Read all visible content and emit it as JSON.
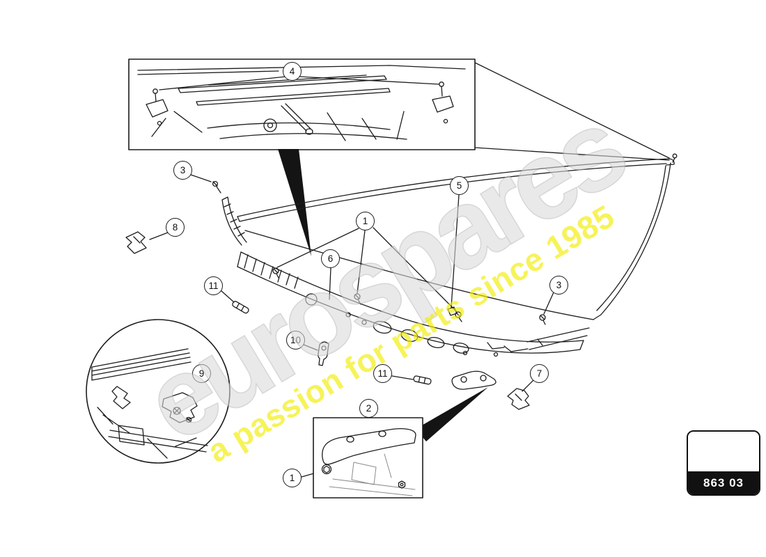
{
  "watermark": {
    "title": "eurospares",
    "tagline": "a passion for parts since 1985"
  },
  "part_code_box": {
    "code": "863 03"
  },
  "callouts": [
    {
      "id": "wiper-inset",
      "label": "4"
    },
    {
      "id": "trim-left",
      "label": "3"
    },
    {
      "id": "clip-left",
      "label": "8"
    },
    {
      "id": "screws-main",
      "label": "1"
    },
    {
      "id": "seal-strip",
      "label": "5"
    },
    {
      "id": "spacer-left",
      "label": "11"
    },
    {
      "id": "cowl-panel",
      "label": "6"
    },
    {
      "id": "screw-right",
      "label": "3"
    },
    {
      "id": "bracket-small",
      "label": "10"
    },
    {
      "id": "inset-clip",
      "label": "9"
    },
    {
      "id": "spacer-right",
      "label": "11"
    },
    {
      "id": "clip-right",
      "label": "7"
    },
    {
      "id": "bracket-detail",
      "label": "2"
    },
    {
      "id": "bolt-detail",
      "label": "1"
    }
  ]
}
